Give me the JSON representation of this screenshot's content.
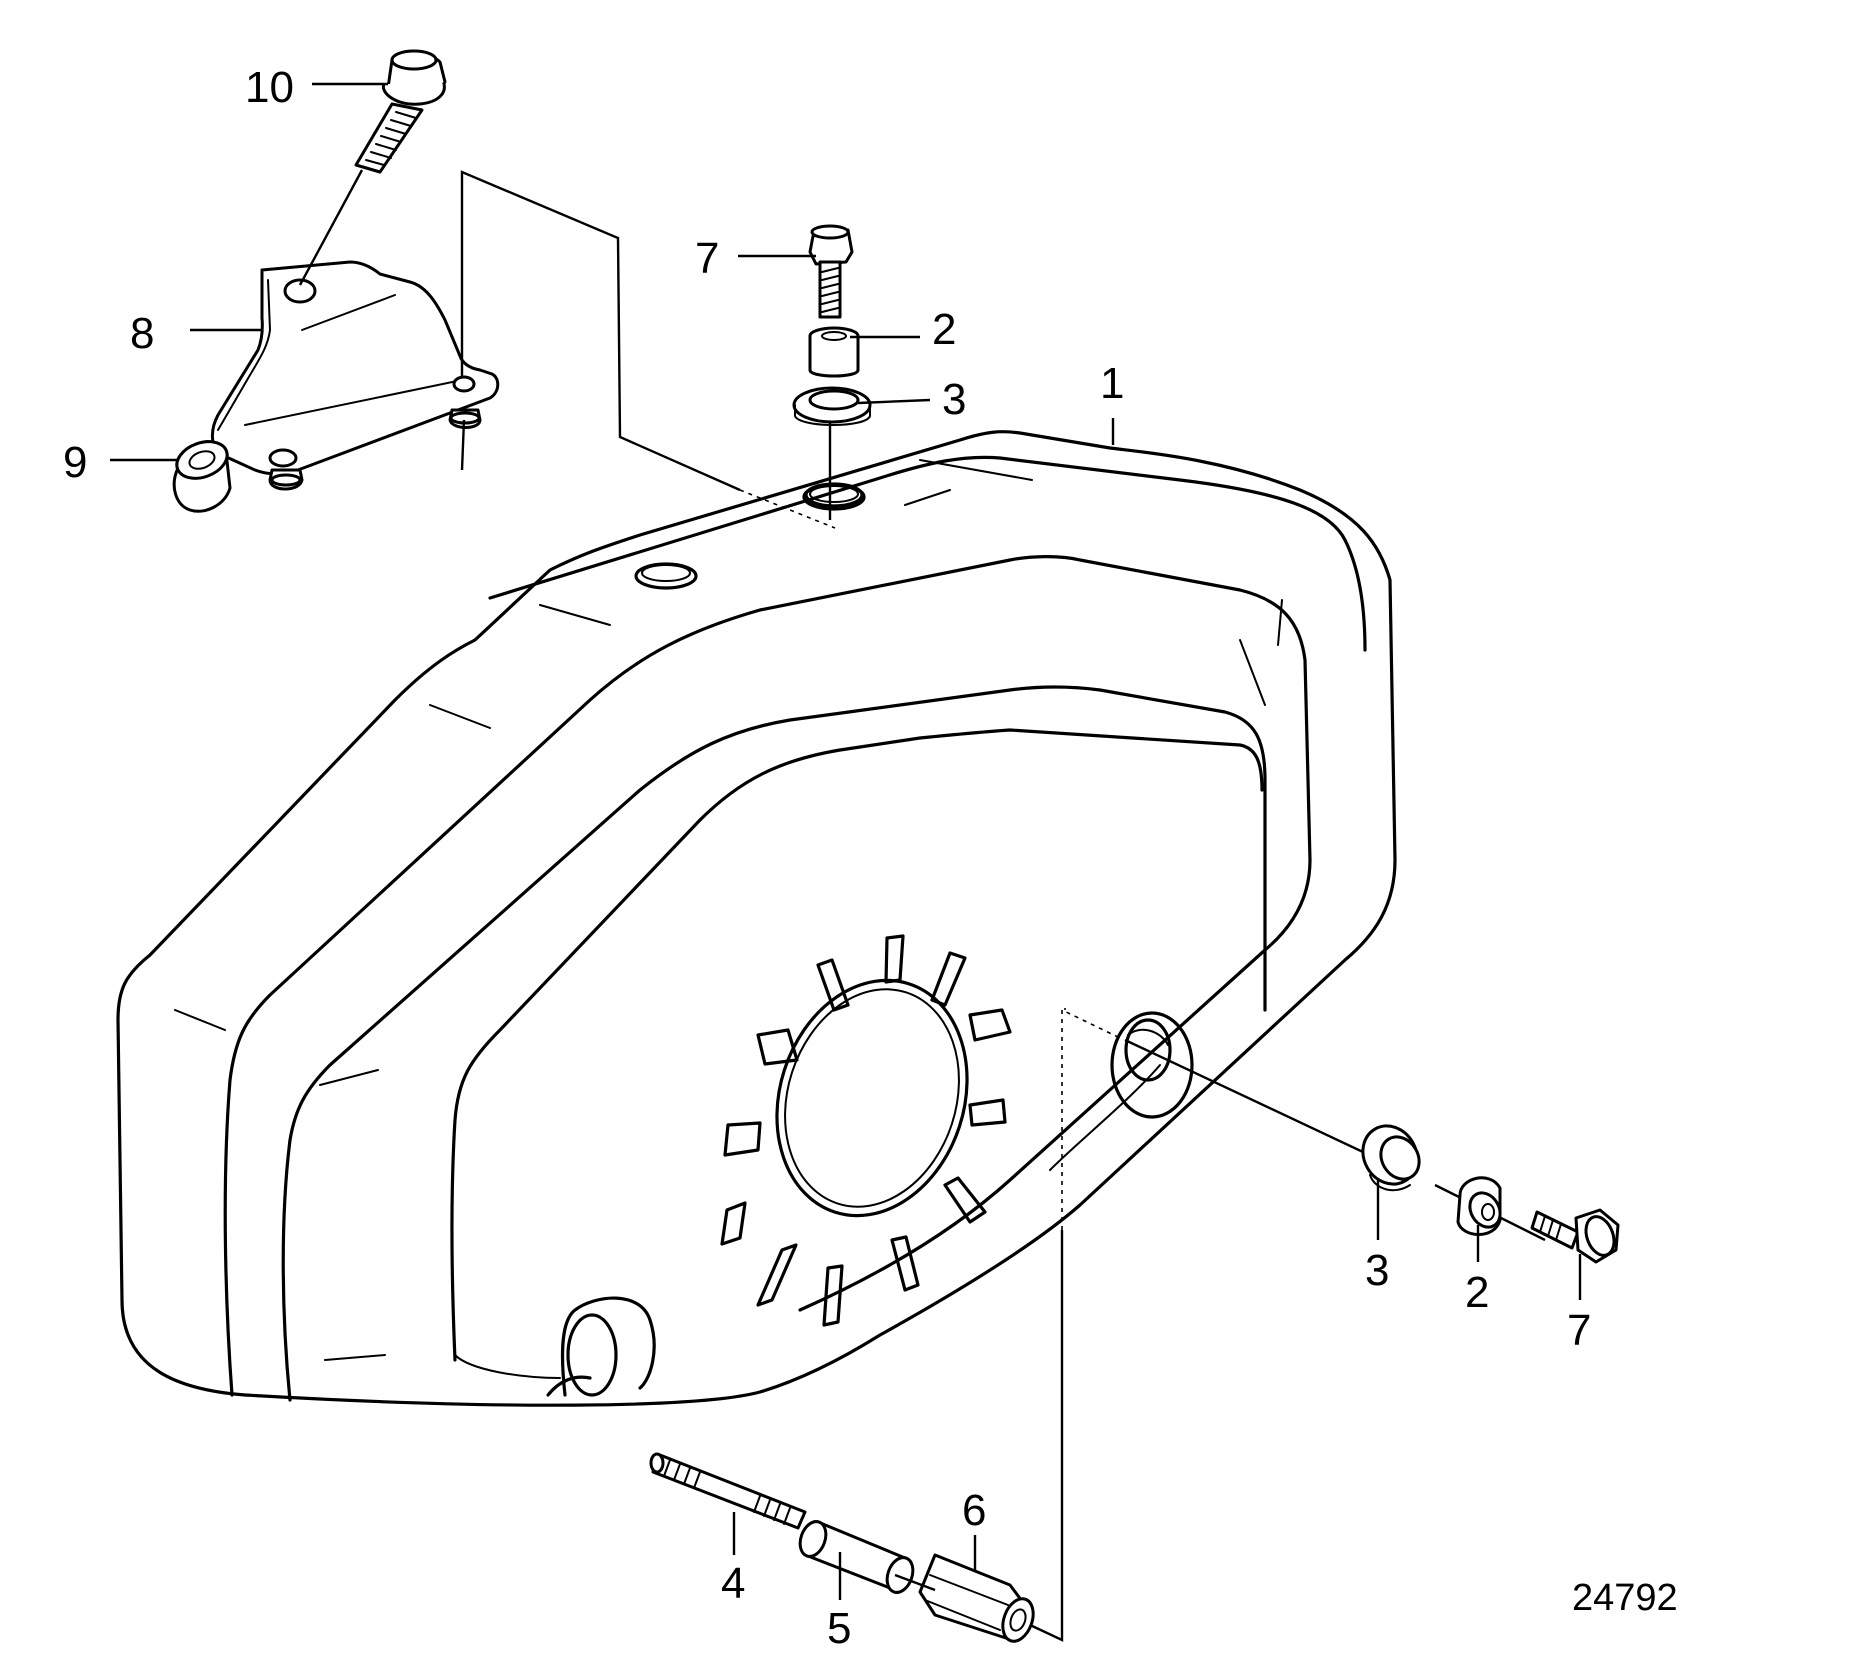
{
  "figure_number": "24792",
  "callouts": [
    {
      "id": "c1",
      "text": "1"
    },
    {
      "id": "c2-top",
      "text": "2"
    },
    {
      "id": "c3-top",
      "text": "3"
    },
    {
      "id": "c7-top",
      "text": "7"
    },
    {
      "id": "c8",
      "text": "8"
    },
    {
      "id": "c9",
      "text": "9"
    },
    {
      "id": "c10",
      "text": "10"
    },
    {
      "id": "c3-right",
      "text": "3"
    },
    {
      "id": "c2-right",
      "text": "2"
    },
    {
      "id": "c7-right",
      "text": "7"
    },
    {
      "id": "c4",
      "text": "4"
    },
    {
      "id": "c5",
      "text": "5"
    },
    {
      "id": "c6",
      "text": "6"
    }
  ]
}
